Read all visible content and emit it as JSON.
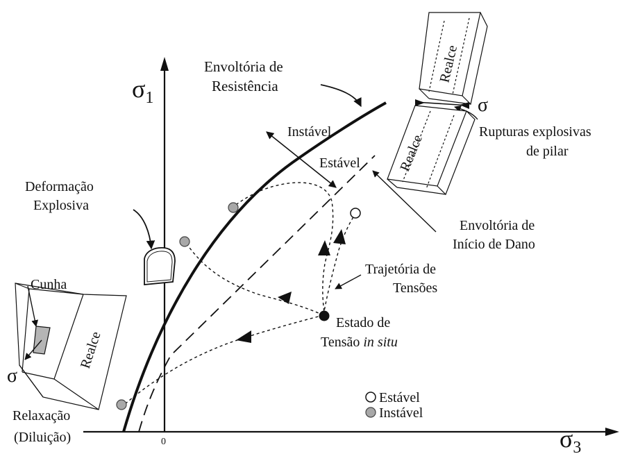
{
  "axes": {
    "y_symbol": "σ",
    "y_subscript": "1",
    "x_symbol": "σ",
    "x_subscript": "3",
    "origin": "0"
  },
  "labels": {
    "strength_envelope_1": "Envoltória de",
    "strength_envelope_2": "Resistência",
    "unstable_region": "Instável",
    "stable_region": "Estável",
    "explosive_deformation_1": "Deformação",
    "explosive_deformation_2": "Explosiva",
    "damage_envelope_1": "Envoltória de",
    "damage_envelope_2": "Início de Dano",
    "stress_path_1": "Trajetória de",
    "stress_path_2": "Tensões",
    "insitu_1": "Estado de",
    "insitu_2_prefix": "Tensão ",
    "insitu_2_italic": "in situ",
    "pillar_burst_1": "Rupturas explosivas",
    "pillar_burst_2": "de pilar",
    "sigma": "σ",
    "wedge": "Cunha",
    "relaxation_1": "Relaxação",
    "relaxation_2": "(Diluição)",
    "realce": "Realce"
  },
  "legend": {
    "stable": "Estável",
    "unstable": "Instável"
  },
  "colors": {
    "line": "#111111",
    "unstable_fill": "#a8a8a8",
    "stable_fill": "#ffffff"
  }
}
